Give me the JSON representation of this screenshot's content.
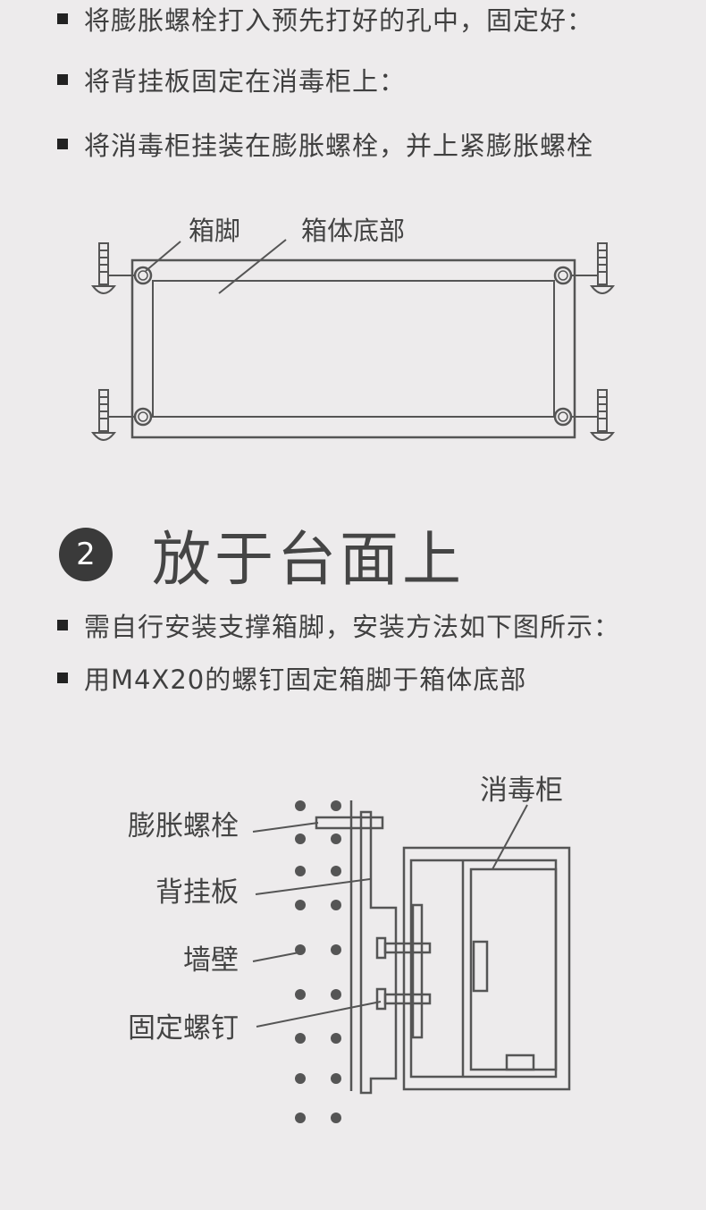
{
  "bullets_top": [
    "将膨胀螺栓打入预先打好的孔中，固定好：",
    "将背挂板固定在消毒柜上：",
    "将消毒柜挂装在膨胀螺栓，并上紧膨胀螺栓"
  ],
  "diagram1": {
    "label_foot": "箱脚",
    "label_bottom": "箱体底部"
  },
  "step2": {
    "number": "2",
    "title": "放于台面上"
  },
  "bullets_step2": [
    "需自行安装支撑箱脚，安装方法如下图所示：",
    "用M4X20的螺钉固定箱脚于箱体底部"
  ],
  "diagram2": {
    "label_cabinet": "消毒柜",
    "label_expansion_bolt": "膨胀螺栓",
    "label_back_plate": "背挂板",
    "label_wall": "墙壁",
    "label_fix_screw": "固定螺钉"
  },
  "colors": {
    "background": "#edebec",
    "text": "#404040",
    "line": "#555555"
  }
}
